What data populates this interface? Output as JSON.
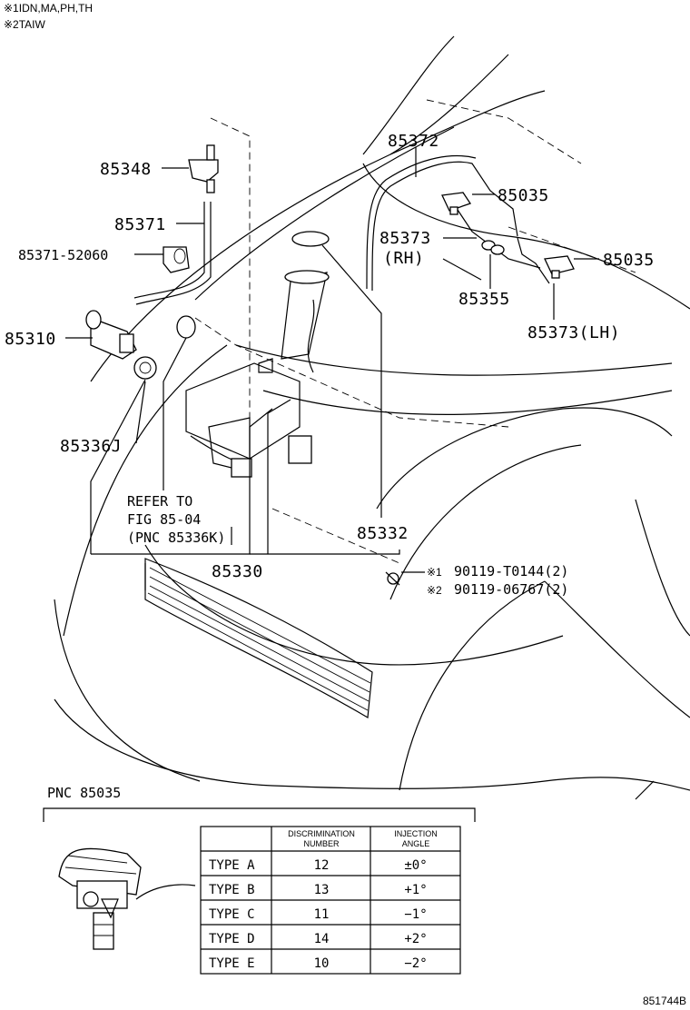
{
  "notes": [
    {
      "mark": "※1",
      "text": "IDN,MA,PH,TH"
    },
    {
      "mark": "※2",
      "text": "TAIW"
    }
  ],
  "parts": {
    "p85348": "85348",
    "p85371": "85371",
    "p85371_52060": "85371-52060",
    "p85310": "85310",
    "p85336J": "85336J",
    "p85372": "85372",
    "p85035_a": "85035",
    "p85373_rh_num": "85373",
    "p85373_rh_side": "(RH)",
    "p85035_b": "85035",
    "p85355": "85355",
    "p85373_lh": "85373(LH)",
    "p85332": "85332",
    "p85330": "85330",
    "bolt1_mark": "※1",
    "bolt1": "90119-T0144(2)",
    "bolt2_mark": "※2",
    "bolt2": "90119-06767(2)"
  },
  "refer": [
    "REFER TO",
    "FIG 85-04",
    "(PNC 85336K)"
  ],
  "detail": {
    "title": "PNC 85035",
    "table": {
      "headers": [
        "",
        "DISCRIMINATION NUMBER",
        "INJECTION ANGLE"
      ],
      "rows": [
        [
          "TYPE A",
          "12",
          "±0°"
        ],
        [
          "TYPE B",
          "13",
          "+1°"
        ],
        [
          "TYPE C",
          "11",
          "−1°"
        ],
        [
          "TYPE D",
          "14",
          "+2°"
        ],
        [
          "TYPE E",
          "10",
          "−2°"
        ]
      ]
    }
  },
  "figure_id": "851744B"
}
